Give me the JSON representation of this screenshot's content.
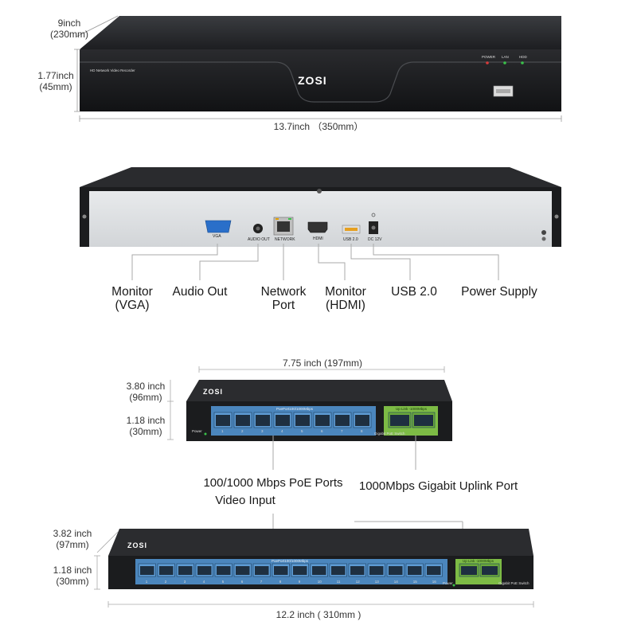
{
  "nvr_top": {
    "depth": "9inch",
    "depth_mm": "(230mm)",
    "height": "1.77inch",
    "height_mm": "(45mm)",
    "width": "13.7inch （350mm）",
    "brand": "ZOSI",
    "model_label": "HD Network Video Recorder",
    "leds": [
      "POWER",
      "LAN",
      "HDD"
    ]
  },
  "nvr_rear": {
    "port_tags": [
      "VGA",
      "AUDIO OUT",
      "NETWORK",
      "HDMI",
      "USB 2.0",
      "DC 12V"
    ],
    "callouts": [
      "Monitor (VGA)",
      "Audio Out",
      "Network Port",
      "Monitor (HDMI)",
      "USB 2.0",
      "Power Supply"
    ]
  },
  "switch_small": {
    "width": "7.75 inch (197mm)",
    "depth": "3.80 inch",
    "depth_mm": "(96mm)",
    "height": "1.18 inch",
    "height_mm": "(30mm)",
    "brand": "ZOSI",
    "poe_label": "PoePort100/1000Mbps",
    "uplink_label": "Up Link -1000Mbps",
    "power_label": "Power",
    "switch_label": "Gigabit PoE Switch",
    "port_numbers": [
      "1",
      "2",
      "3",
      "4",
      "5",
      "6",
      "7",
      "8"
    ]
  },
  "callouts_mid": {
    "poe_line1": "100/1000 Mbps PoE Ports",
    "poe_line2": "Video Input",
    "uplink": "1000Mbps Gigabit Uplink Port"
  },
  "switch_large": {
    "depth": "3.82 inch",
    "depth_mm": "(97mm)",
    "height": "1.18 inch",
    "height_mm": "(30mm)",
    "width": "12.2 inch ( 310mm )",
    "brand": "ZOSI",
    "poe_label": "PoePort100/1000Mbps",
    "uplink_label": "Up Link -1000Mbps",
    "power_label": "Power",
    "switch_label": "Gigabit PoE Switch",
    "port_numbers": [
      "1",
      "2",
      "3",
      "4",
      "5",
      "6",
      "7",
      "8",
      "9",
      "10",
      "11",
      "12",
      "13",
      "14",
      "15",
      "16"
    ]
  },
  "colors": {
    "device_black": "#1b1c1e",
    "rear_panel": "#dfe1e3",
    "poe_blue": "#3d7db6",
    "uplink_green": "#74b63f"
  }
}
